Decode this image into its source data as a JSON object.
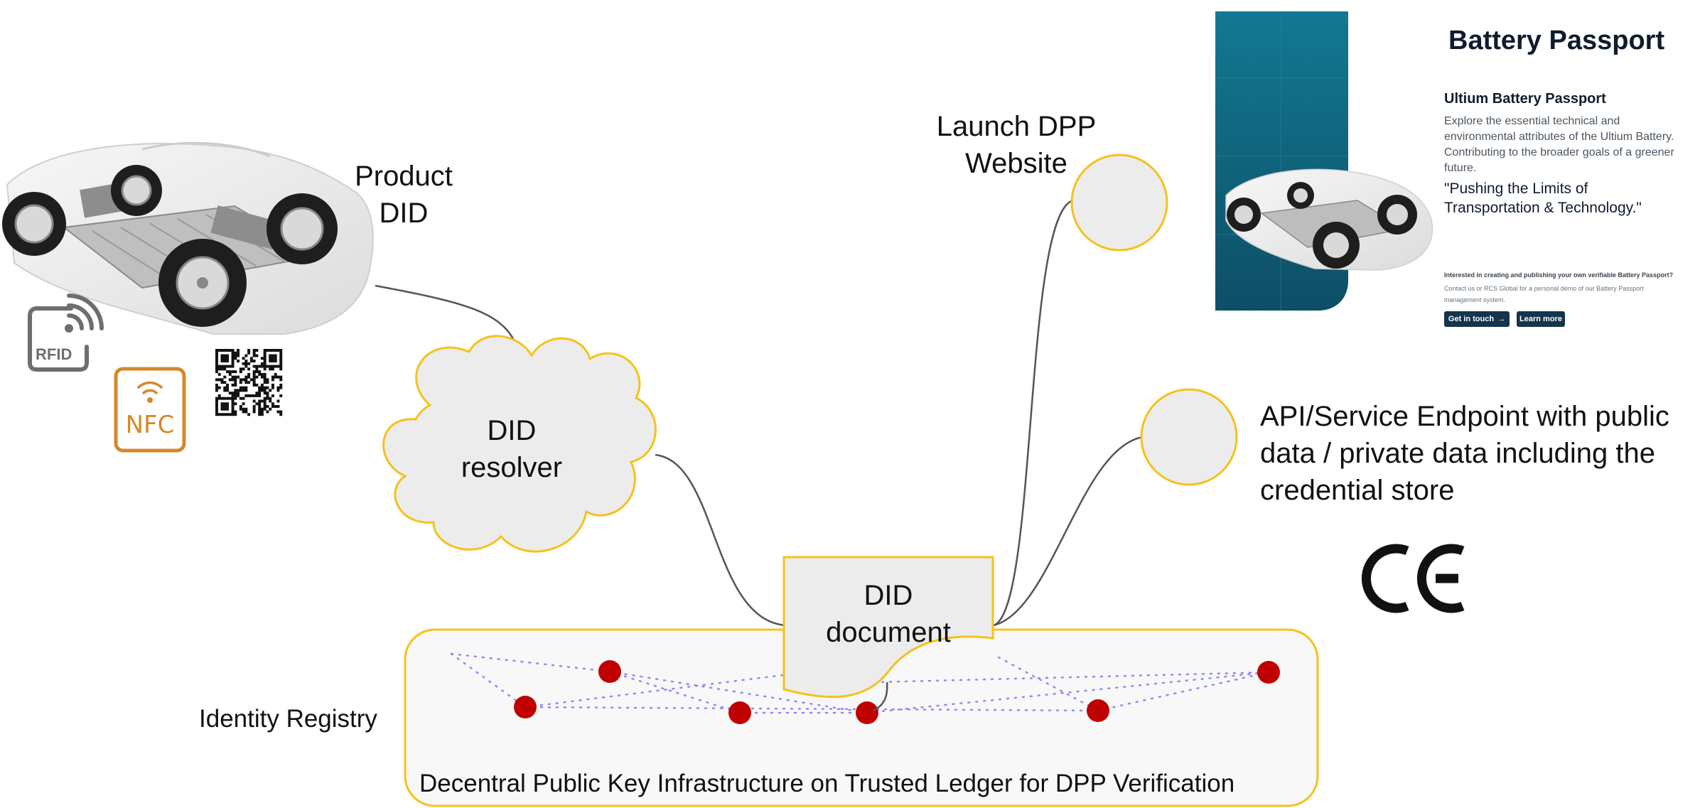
{
  "labels": {
    "product_did_line1": "Product",
    "product_did_line2": "DID",
    "resolver_line1": "DID",
    "resolver_line2": "resolver",
    "launch_line1": "Launch DPP",
    "launch_line2": "Website",
    "api_line1": "API/Service Endpoint with public",
    "api_line2": "data / private data including the",
    "api_line3": "credential store",
    "doc_line1": "DID",
    "doc_line2": "document",
    "identity_registry": "Identity Registry",
    "ledger_caption": "Decentral Public Key Infrastructure on Trusted Ledger for DPP Verification",
    "rfid": "RFID",
    "nfc": "NFC",
    "ce_mark": "CE"
  },
  "passport": {
    "heading": "Battery Passport",
    "subheading": "Ultium Battery Passport",
    "description": "Explore the essential technical and environmental attributes of the Ultium Battery. Contributing to the broader goals of a greener future.",
    "quote": "\"Pushing the Limits of Transportation & Technology.\"",
    "cta_question": "Interested in creating and publishing your own verifiable Battery Passport?",
    "cta_text": "Contact us or RCS Global for a personal demo of our Battery Passport management system.",
    "button_get_in_touch": "Get in touch",
    "button_learn_more": "Learn more"
  },
  "colors": {
    "accent_yellow": "#f5c21b",
    "node_fill": "#ececec",
    "ledger_fill": "#f8f8f8",
    "ledger_dot": "#c00000",
    "link_dots": "#8c8cf0",
    "connector": "#555555",
    "nfc_orange": "#d4892a",
    "rfid_gray": "#6e6e6e",
    "passport_teal": "#125f77",
    "passport_dark": "#14354a"
  },
  "icons": [
    "rfid-icon",
    "nfc-icon",
    "qr-code-icon",
    "ce-mark-icon",
    "vehicle-chassis-image",
    "arrow-right-icon"
  ]
}
